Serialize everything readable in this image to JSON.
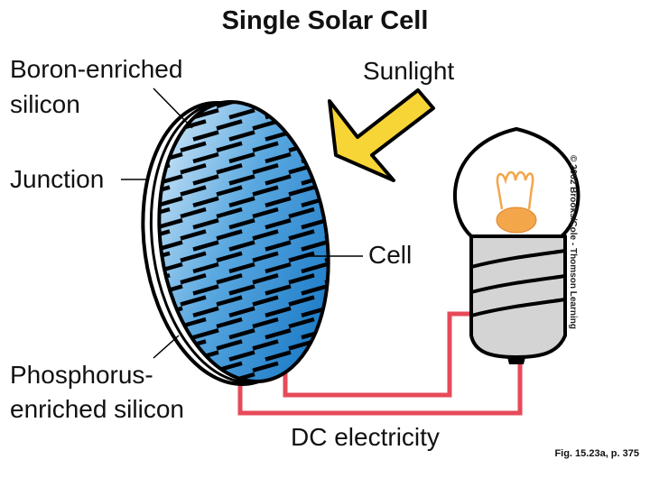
{
  "title": "Single Solar Cell",
  "labels": {
    "boron_line1": "Boron-enriched",
    "boron_line2": "silicon",
    "junction": "Junction",
    "phosphorus_line1": "Phosphorus-",
    "phosphorus_line2": "enriched silicon",
    "sunlight": "Sunlight",
    "cell": "Cell",
    "dc": "DC electricity"
  },
  "copyright": "© 2002 Brooks/Cole - Thomson Learning",
  "figure_ref": "Fig. 15.23a, p. 375",
  "colors": {
    "cell_light": "#e3f1fb",
    "cell_dark": "#0b6fc0",
    "arrow": "#f7d536",
    "wire": "#e64a5a",
    "filament": "#f3a64a",
    "base": "#d4d4d4"
  }
}
